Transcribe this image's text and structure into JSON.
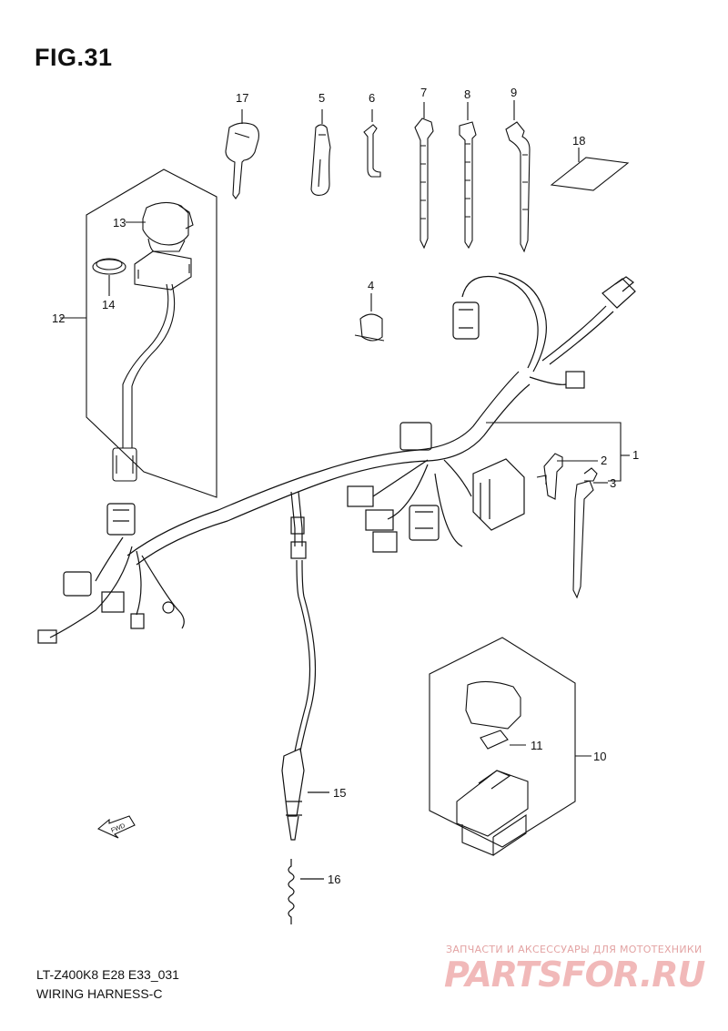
{
  "figure": {
    "title": "FIG.31",
    "model_code": "LT-Z400K8 E28 E33_031",
    "section_name": "WIRING HARNESS-C"
  },
  "callouts": [
    "1",
    "2",
    "3",
    "4",
    "5",
    "6",
    "7",
    "8",
    "9",
    "10",
    "11",
    "12",
    "13",
    "14",
    "15",
    "16",
    "17",
    "18"
  ],
  "fwd_label": "FWD",
  "watermark": {
    "tagline": "ЗАПЧАСТИ И АКСЕССУАРЫ ДЛЯ МОТОТЕХНИКИ",
    "logo": "PARTSFOR.RU"
  },
  "colors": {
    "line": "#111111",
    "watermark": "#e7a0a0"
  }
}
